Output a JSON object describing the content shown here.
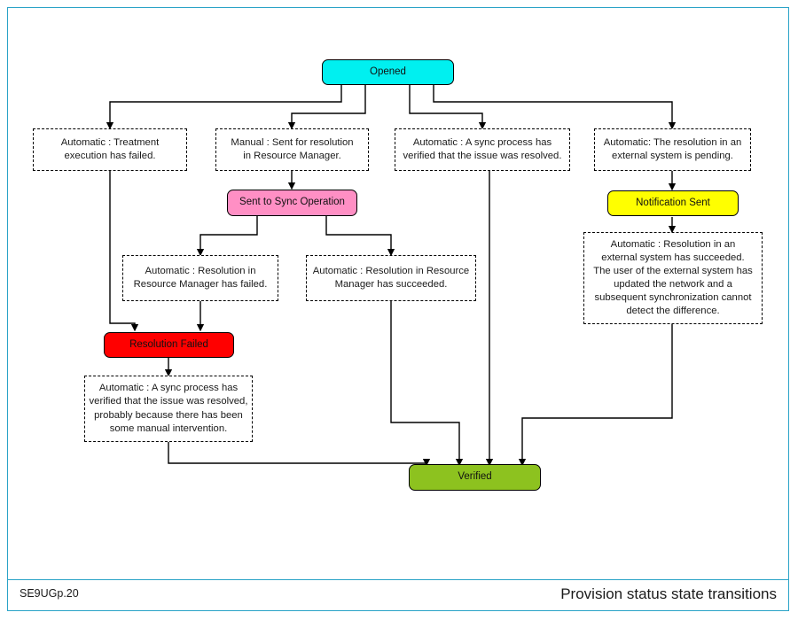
{
  "diagram": {
    "title": "Provision status state transitions",
    "footer_code": "SE9UGp.20",
    "frame_color": "#2aa3c7",
    "states": [
      {
        "id": "opened",
        "label": "Opened",
        "color": "#00f0f0"
      },
      {
        "id": "sent_to_sync",
        "label": "Sent to Sync Operation",
        "color": "#ff8fc4"
      },
      {
        "id": "notification",
        "label": "Notification Sent",
        "color": "#ffff00"
      },
      {
        "id": "resolution_failed",
        "label": "Resolution Failed",
        "color": "#ff0000"
      },
      {
        "id": "verified",
        "label": "Verified",
        "color": "#8dc21f"
      }
    ],
    "transitions": [
      {
        "id": "t1",
        "lines": [
          "Automatic : Treatment",
          "execution has failed."
        ]
      },
      {
        "id": "t2",
        "lines": [
          "Manual : Sent for resolution",
          "in Resource Manager."
        ]
      },
      {
        "id": "t3",
        "lines": [
          "Automatic : A sync process has",
          "verified that the issue was resolved."
        ]
      },
      {
        "id": "t4",
        "lines": [
          "Automatic: The resolution in an",
          "external system is pending."
        ]
      },
      {
        "id": "t5",
        "lines": [
          "Automatic : Resolution in",
          "Resource Manager has failed."
        ]
      },
      {
        "id": "t6",
        "lines": [
          "Automatic : Resolution in Resource",
          "Manager has succeeded."
        ]
      },
      {
        "id": "t7",
        "lines": [
          "Automatic : Resolution in an",
          "external system has succeeded.",
          "The user of the external system has",
          "updated the network and a",
          "subsequent synchronization cannot",
          "detect the difference."
        ]
      },
      {
        "id": "t8",
        "lines": [
          "Automatic : A sync process has",
          "verified that the issue was resolved,",
          "probably because there has been",
          "some manual intervention."
        ]
      }
    ]
  }
}
